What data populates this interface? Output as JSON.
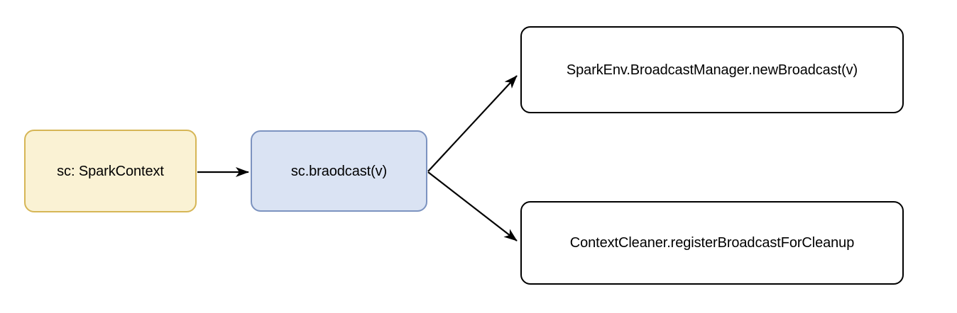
{
  "diagram": {
    "type": "flowchart",
    "background_color": "#ffffff",
    "nodes": [
      {
        "id": "spark-context",
        "label": "sc: SparkContext",
        "fill": "#faf2d4",
        "stroke": "#d6b656"
      },
      {
        "id": "sc-broadcast",
        "label": "sc.braodcast(v)",
        "fill": "#dae3f3",
        "stroke": "#7c93c0"
      },
      {
        "id": "new-broadcast",
        "label": "SparkEnv.BroadcastManager.newBroadcast(v)",
        "fill": "#ffffff",
        "stroke": "#000000"
      },
      {
        "id": "register-cleanup",
        "label": "ContextCleaner.registerBroadcastForCleanup",
        "fill": "#ffffff",
        "stroke": "#000000"
      }
    ],
    "edges": [
      {
        "id": "edge-context-to-broadcast",
        "from": "spark-context",
        "to": "sc-broadcast",
        "label": "",
        "stroke": "#000000"
      },
      {
        "id": "edge-broadcast-to-new-broadcast",
        "from": "sc-broadcast",
        "to": "new-broadcast",
        "label": "",
        "stroke": "#000000"
      },
      {
        "id": "edge-broadcast-to-register-cleanup",
        "from": "sc-broadcast",
        "to": "register-cleanup",
        "label": "",
        "stroke": "#000000"
      }
    ]
  }
}
